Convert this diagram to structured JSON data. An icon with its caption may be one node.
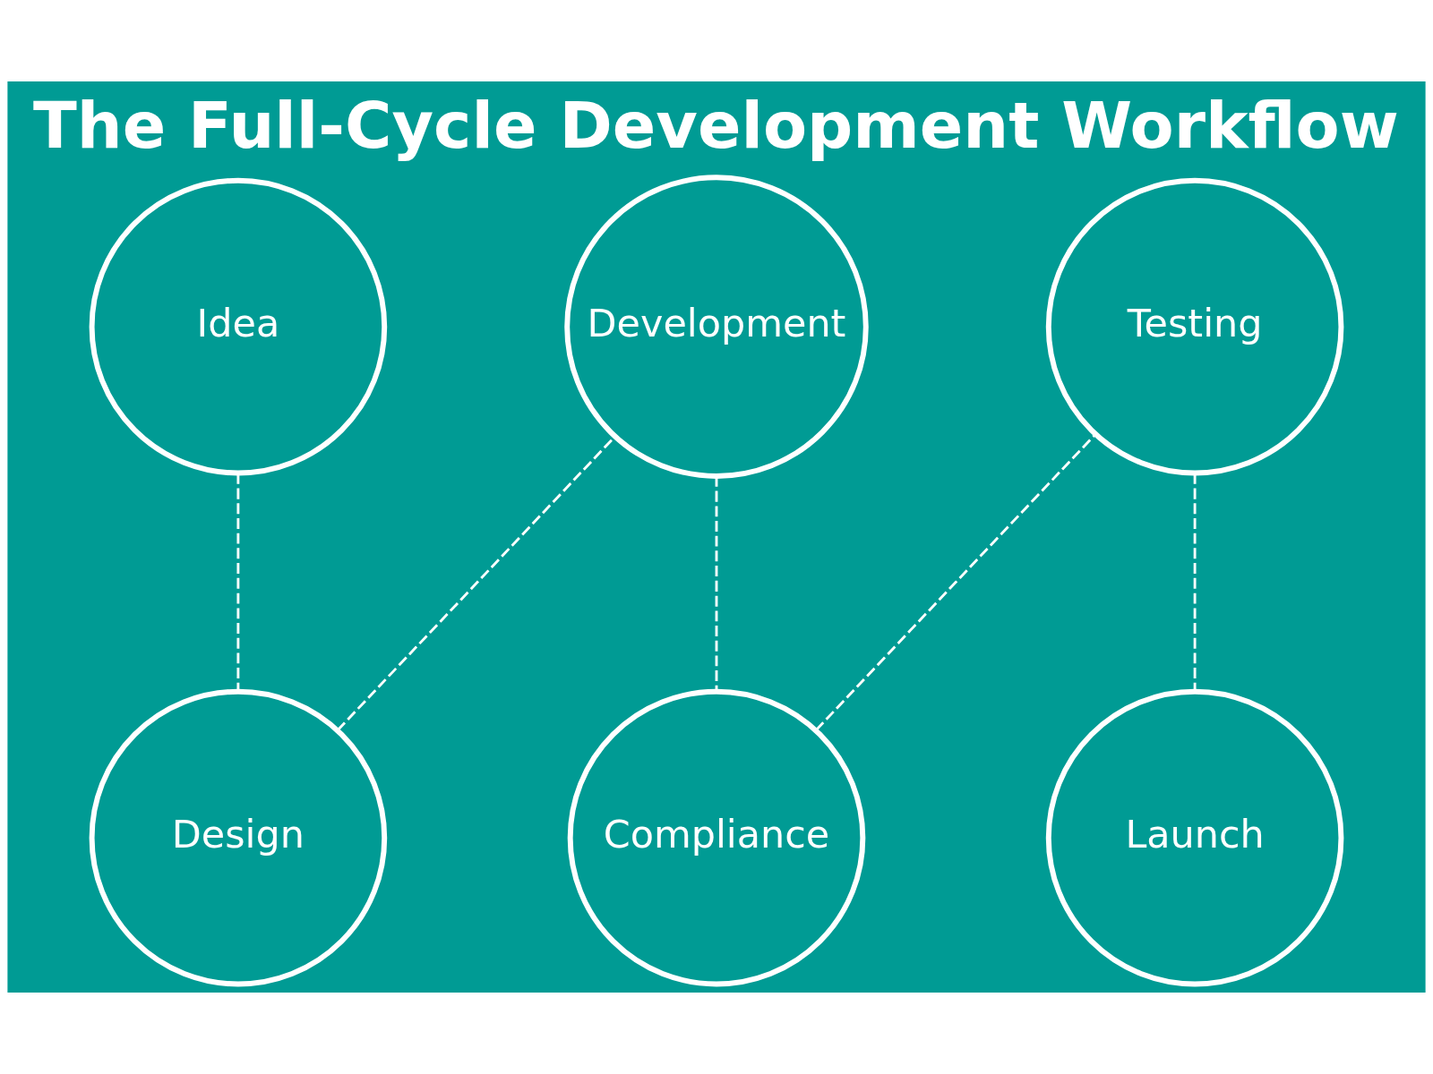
{
  "diagram": {
    "title": "The Full-Cycle Development Workflow",
    "nodes": [
      {
        "text": [
          "Idea"
        ]
      },
      {
        "text": [
          "Design"
        ]
      },
      {
        "text": [
          "Development"
        ]
      },
      {
        "text": [
          "Compliance"
        ]
      },
      {
        "text": [
          "Testing"
        ]
      },
      {
        "text": [
          "Launch"
        ]
      }
    ],
    "edges": [
      {
        "from": 0,
        "to": 1,
        "arrow": "none",
        "style": "dashed"
      },
      {
        "from": 1,
        "to": 2,
        "arrow": "none",
        "style": "dashed"
      },
      {
        "from": 2,
        "to": 3,
        "arrow": "none",
        "style": "dashed"
      },
      {
        "from": 3,
        "to": 4,
        "arrow": "none",
        "style": "dashed"
      },
      {
        "from": 4,
        "to": 5,
        "arrow": "none",
        "style": "dashed"
      }
    ]
  }
}
